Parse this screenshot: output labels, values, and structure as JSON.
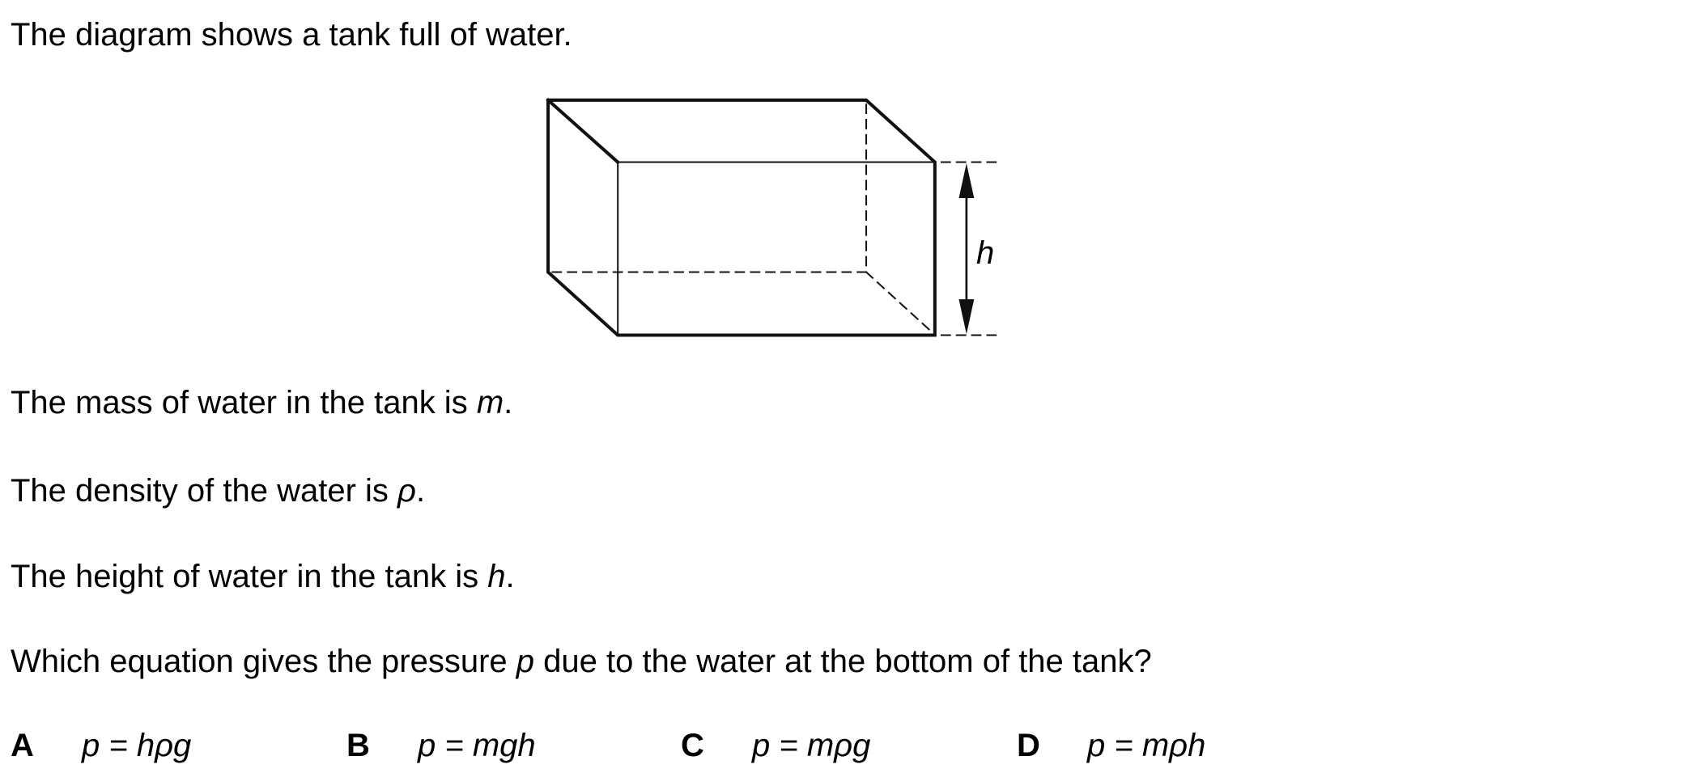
{
  "intro": "The diagram shows a tank full of water.",
  "diagram": {
    "height_label": "h"
  },
  "statements": [
    {
      "text": "The mass of water in the tank is ",
      "var": "m",
      "end": "."
    },
    {
      "text": "The density of the water is ",
      "var": "ρ",
      "end": "."
    },
    {
      "text": "The height of water in the tank is ",
      "var": "h",
      "end": "."
    }
  ],
  "question": {
    "pre": "Which equation gives the pressure ",
    "var": "p",
    "post": " due to the water at the bottom of the tank?"
  },
  "options": [
    {
      "letter": "A",
      "equation": "p = hρg"
    },
    {
      "letter": "B",
      "equation": "p = mgh"
    },
    {
      "letter": "C",
      "equation": "p = mρg"
    },
    {
      "letter": "D",
      "equation": "p = mρh"
    }
  ]
}
